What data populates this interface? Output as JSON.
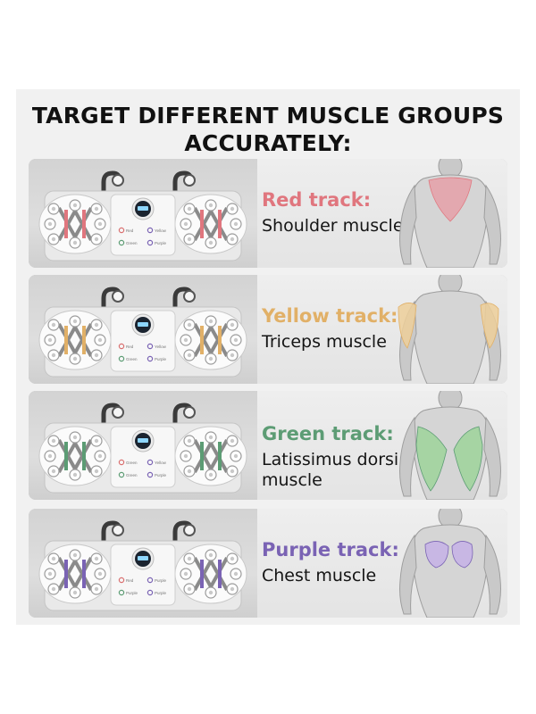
{
  "headline": {
    "line1": "TARGET DIFFERENT MUSCLE GROUPS",
    "line2": "ACCURATELY:"
  },
  "panels": [
    {
      "track": "Red track:",
      "muscle": "Shoulder muscle",
      "color": "#e0767e",
      "highlight": "#e5a0a8",
      "buttons": [
        "Red",
        "Yellow",
        "Green",
        "Purple"
      ]
    },
    {
      "track": "Yellow track:",
      "muscle": "Triceps muscle",
      "color": "#e1b067",
      "highlight": "#edcf9a",
      "buttons": [
        "Red",
        "Yellow",
        "Green",
        "Purple"
      ]
    },
    {
      "track": "Green track:",
      "muscle": "Latissimus dorsi muscle",
      "color": "#5c9c74",
      "highlight": "#9ed49a",
      "buttons": [
        "Green",
        "Yellow",
        "Green",
        "Purple"
      ]
    },
    {
      "track": "Purple track:",
      "muscle": "Chest muscle",
      "color": "#7a63b4",
      "highlight": "#c5b2e6",
      "buttons": [
        "Red",
        "Purple",
        "Purple",
        "Purple"
      ]
    }
  ]
}
